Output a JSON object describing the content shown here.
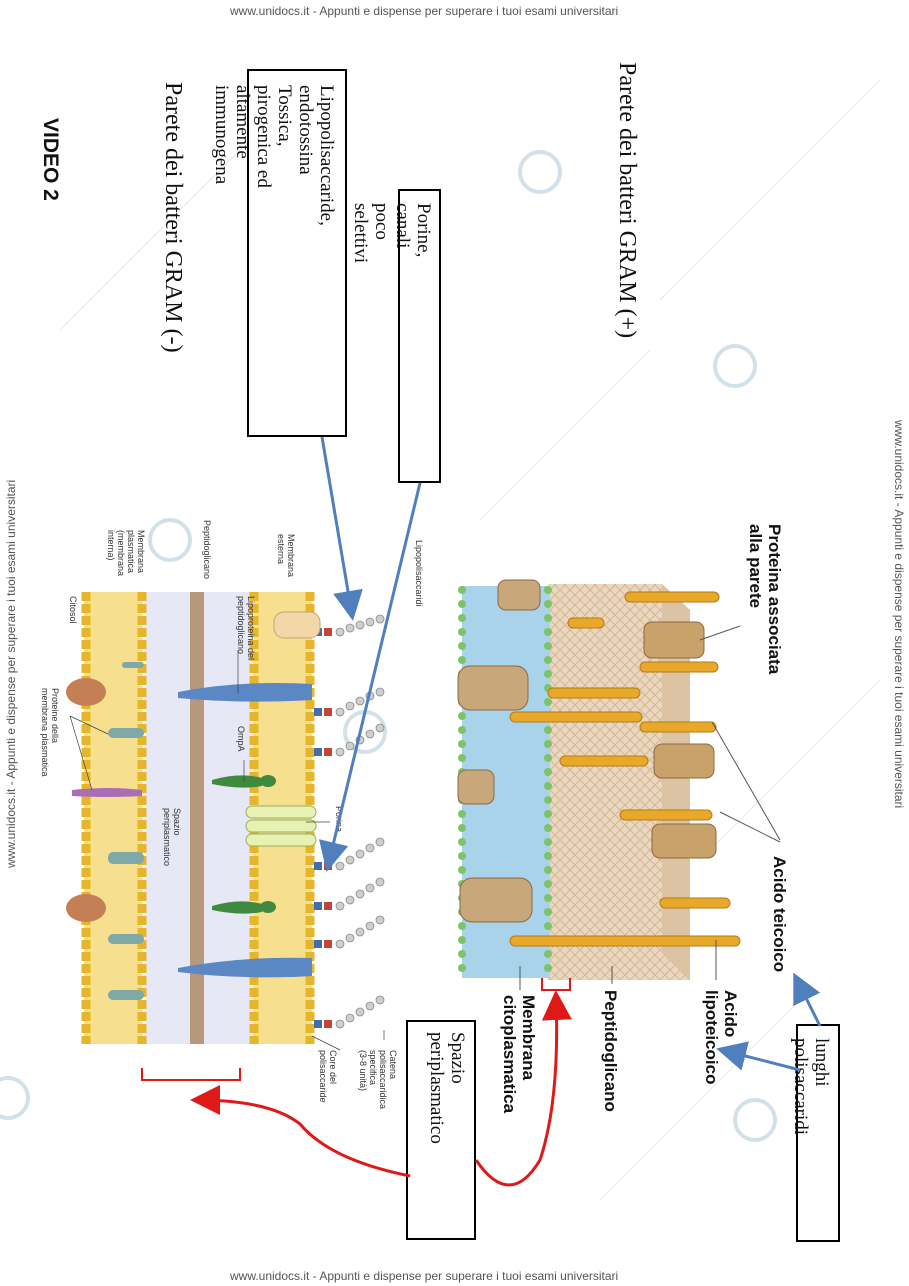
{
  "watermark": {
    "top": "www.unidocs.it - Appunti e dispense per superare i tuoi esami universitari",
    "bottom": "www.unidocs.it - Appunti e dispense per superare i tuoi esami universitari",
    "right": "www.unidocs.it - Appunti e dispense per superare i tuoi esami universitari",
    "left": "www.unidocs.it - Appunti e dispense per superare i tuoi esami universitari"
  },
  "titles": {
    "video": "VIDEO 2",
    "gram_neg": "Parete dei batteri GRAM (-)",
    "gram_pos": "Parete dei batteri GRAM (+)"
  },
  "boxes": {
    "lps_line1": "Lipopolisaccaride, endotossina",
    "lps_line2": "Tossica, pirogenica ed altamente",
    "lps_line3": "immunogena",
    "porine": "Porine, canali poco selettivi",
    "spazio_line1": "Spazio",
    "spazio_line2": "periplasmatico",
    "lunghi": "lunghi polisaccaridi"
  },
  "gram_pos_labels": {
    "proteina_line1": "Proteina associata",
    "proteina_line2": "alla parete",
    "acido_teicoico": "Acido teicoico",
    "acido_lipo_line1": "Acido",
    "acido_lipo_line2": "lipoteicoico",
    "peptidoglicano": "Peptidoglicano",
    "membrana_line1": "Membrana",
    "membrana_line2": "citoplasmatica"
  },
  "gram_neg_labels": {
    "lipopolisaccaridi": "Lipopolisaccaridi",
    "membrana_esterna_1": "Membrana",
    "membrana_esterna_2": "esterna",
    "peptidoglicano": "Peptidoglicano",
    "membrana_plasm_1": "Membrana",
    "membrana_plasm_2": "plasmatica",
    "membrana_plasm_3": "(membrana",
    "membrana_plasm_4": "interna)",
    "citosol": "Citosol",
    "lipoproteina_1": "Lipoproteina del",
    "lipoproteina_2": "peptidoglicano",
    "ompa": "OmpA",
    "porina": "Porina",
    "spazio_1": "Spazio",
    "spazio_2": "periplasmatico",
    "proteine_1": "Proteine della",
    "proteine_2": "membrana plasmatica",
    "catena_1": "Catena",
    "catena_2": "polisaccaridica",
    "catena_3": "specifica",
    "catena_4": "(3-8 unità)",
    "core_1": "Core del",
    "core_2": "polisaccaride"
  },
  "colors": {
    "blue_arrow": "#4f7fbd",
    "red_arrow": "#e01818",
    "lipid_head": "#f2c23a",
    "peptidoglycan_pos": "#ead7bf",
    "protein_tan": "#c9a26b",
    "teichoic_orange": "#e8a92a",
    "periplasm": "#e6e9f5"
  }
}
